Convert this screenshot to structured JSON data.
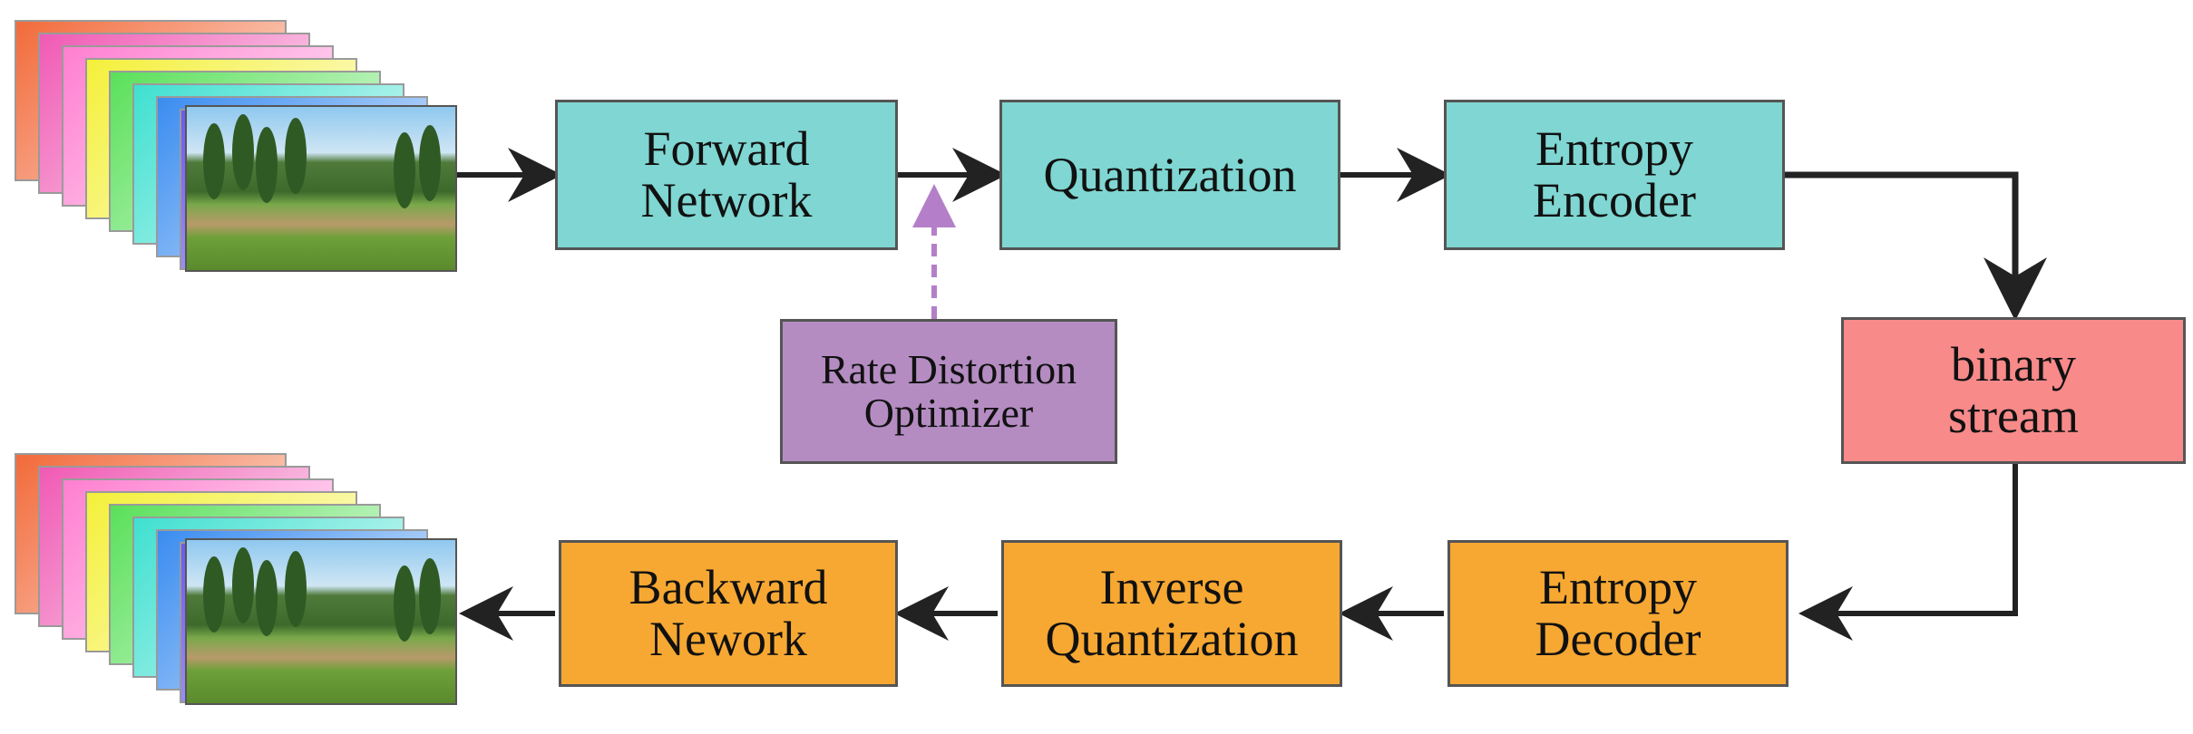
{
  "colors": {
    "encoder_fill": "#7fd6d2",
    "decoder_fill": "#f7a832",
    "optimizer_fill": "#b48cc2",
    "stream_fill": "#f88a8a",
    "arrow": "#222222",
    "dashed_arrow": "#b47fc8"
  },
  "nodes": {
    "forward_network": "Forward\nNetwork",
    "quantization": "Quantization",
    "entropy_encoder": "Entropy\nEncoder",
    "rate_distortion_optimizer": "Rate Distortion\nOptimizer",
    "binary_stream": "binary\nstream",
    "entropy_decoder": "Entropy\nDecoder",
    "inverse_quantization": "Inverse\nQuantization",
    "backward_network": "Backward\nNework"
  },
  "image_stacks": [
    {
      "role": "input-frames",
      "icon": "image-stack-icon"
    },
    {
      "role": "output-frames",
      "icon": "image-stack-icon"
    }
  ],
  "frame_colors": [
    "#f26a3a",
    "#f05ab4",
    "#ff7fd0",
    "#f4f03a",
    "#5ae05a",
    "#3fe0d0",
    "#3a8cf0",
    "#6a5af0"
  ]
}
